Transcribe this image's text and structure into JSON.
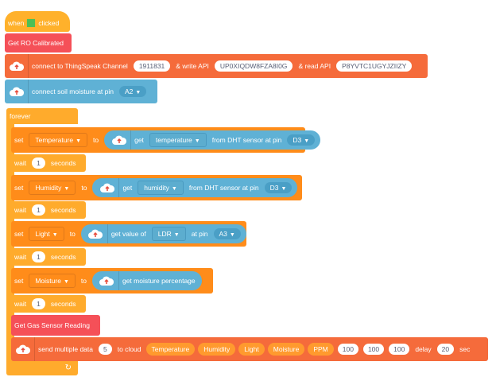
{
  "hat": {
    "when": "when",
    "clicked": "clicked"
  },
  "ro": {
    "label": "Get RO Calibrated"
  },
  "thingspeak": {
    "label": "connect to ThingSpeak Channel",
    "channel": "1911831",
    "write_label": "& write API",
    "write_api": "UP0XIQDW8FZA8I0G",
    "read_label": "& read API",
    "read_api": "P8YVTC1UGYJZIIZY"
  },
  "soil": {
    "label": "connect soil moisture at pin",
    "pin": "A2"
  },
  "forever": {
    "label": "forever"
  },
  "wait": {
    "label": "wait",
    "value": "1",
    "unit": "seconds"
  },
  "sets": [
    {
      "set": "set",
      "var": "Temperature",
      "to": "to",
      "get": "get",
      "sel": "temperature",
      "from": "from DHT sensor at pin",
      "pin": "D3"
    },
    {
      "set": "set",
      "var": "Humidity",
      "to": "to",
      "get": "get",
      "sel": "humidity",
      "from": "from DHT sensor at pin",
      "pin": "D3"
    },
    {
      "set": "set",
      "var": "Light",
      "to": "to",
      "get": "get value of",
      "sel": "LDR",
      "from": "at pin",
      "pin": "A3"
    },
    {
      "set": "set",
      "var": "Moisture",
      "to": "to",
      "get": "get moisture percentage"
    }
  ],
  "gas": {
    "label": "Get Gas Sensor Reading"
  },
  "send": {
    "label": "send multiple data",
    "count": "5",
    "to_cloud": "to cloud",
    "fields": [
      "Temperature",
      "Humidity",
      "Light",
      "Moisture",
      "PPM"
    ],
    "values": [
      "100",
      "100",
      "100"
    ],
    "delay_label": "delay",
    "delay": "20",
    "sec": "sec"
  },
  "colors": {
    "events": "#FFB12B",
    "control": "#FFAB2C",
    "iot": "#F56B3B",
    "sensor": "#5FB1D5",
    "variables": "#FF8C1A",
    "red": "#F55058"
  }
}
